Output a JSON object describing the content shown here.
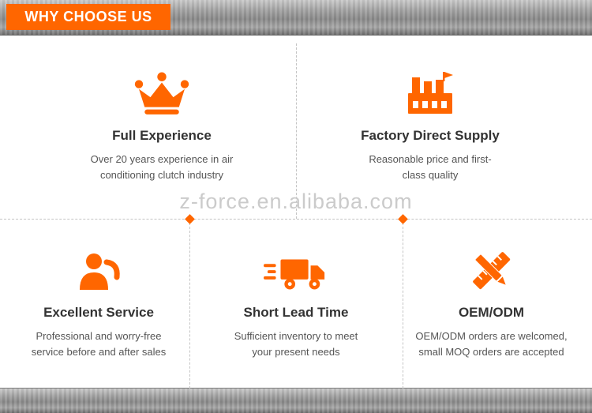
{
  "header": {
    "title": "WHY CHOOSE US"
  },
  "colors": {
    "accent": "#ff6600",
    "divider": "#c4c4c4",
    "watermark": "#cbcbcb"
  },
  "watermark": {
    "text": "z-force.en.alibaba.com"
  },
  "features_top": [
    {
      "icon": "crown-icon",
      "title": "Full Experience",
      "desc": "Over 20 years experience in air conditioning clutch industry"
    },
    {
      "icon": "factory-icon",
      "title": "Factory Direct Supply",
      "desc": "Reasonable price and first-class quality"
    }
  ],
  "features_bottom": [
    {
      "icon": "support-person-icon",
      "title": "Excellent Service",
      "desc": "Professional and worry-free service before and after sales"
    },
    {
      "icon": "delivery-truck-icon",
      "title": "Short Lead Time",
      "desc": "Sufficient inventory to meet your present needs"
    },
    {
      "icon": "pencil-ruler-icon",
      "title": "OEM/ODM",
      "desc": "OEM/ODM orders are welcomed, small MOQ orders are accepted"
    }
  ]
}
